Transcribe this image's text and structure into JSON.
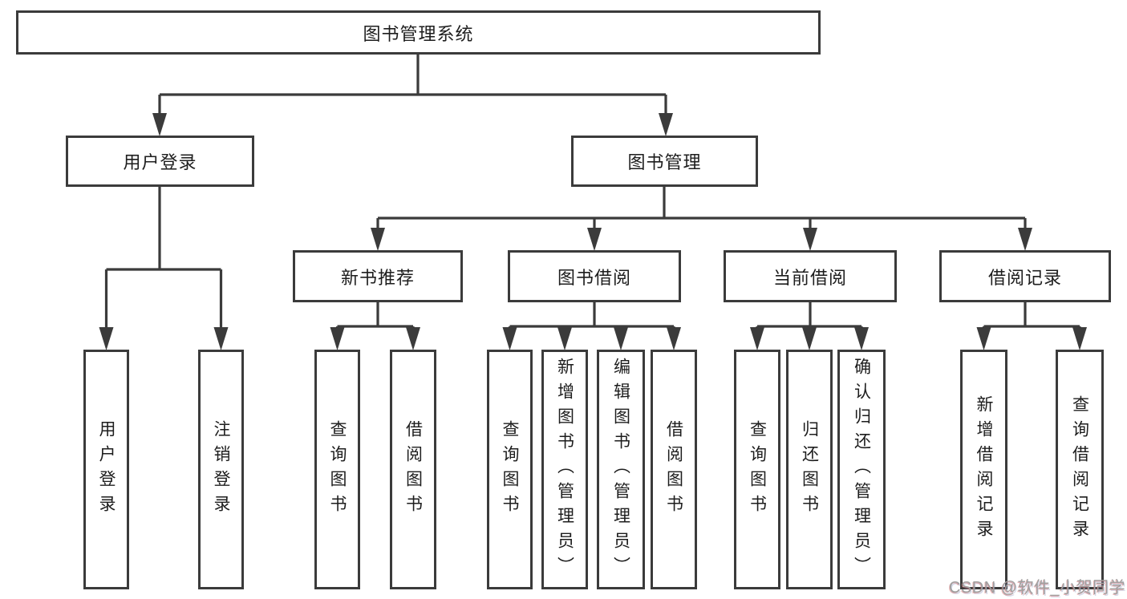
{
  "diagram": {
    "root": {
      "label": "图书管理系统"
    },
    "user_login": {
      "label": "用户登录",
      "children": [
        {
          "label": "用户登录"
        },
        {
          "label": "注销登录"
        }
      ]
    },
    "book_management": {
      "label": "图书管理",
      "groups": [
        {
          "label": "新书推荐",
          "children": [
            {
              "label": "查询图书"
            },
            {
              "label": "借阅图书"
            }
          ]
        },
        {
          "label": "图书借阅",
          "children": [
            {
              "label": "查询图书"
            },
            {
              "label": "新增图书（管理员）"
            },
            {
              "label": "编辑图书（管理员）"
            },
            {
              "label": "借阅图书"
            }
          ]
        },
        {
          "label": "当前借阅",
          "children": [
            {
              "label": "查询图书"
            },
            {
              "label": "归还图书"
            },
            {
              "label": "确认归还（管理员）"
            }
          ]
        },
        {
          "label": "借阅记录",
          "children": [
            {
              "label": "新增借阅记录"
            },
            {
              "label": "查询借阅记录"
            }
          ]
        }
      ]
    }
  },
  "watermark": {
    "text": "CSDN @软件_小贺同学"
  },
  "colors": {
    "line": "#3b3b3b",
    "text": "#1d1d1d",
    "box_fill": "#ffffff",
    "background": "#ffffff",
    "watermark": "#9f9f9f"
  }
}
